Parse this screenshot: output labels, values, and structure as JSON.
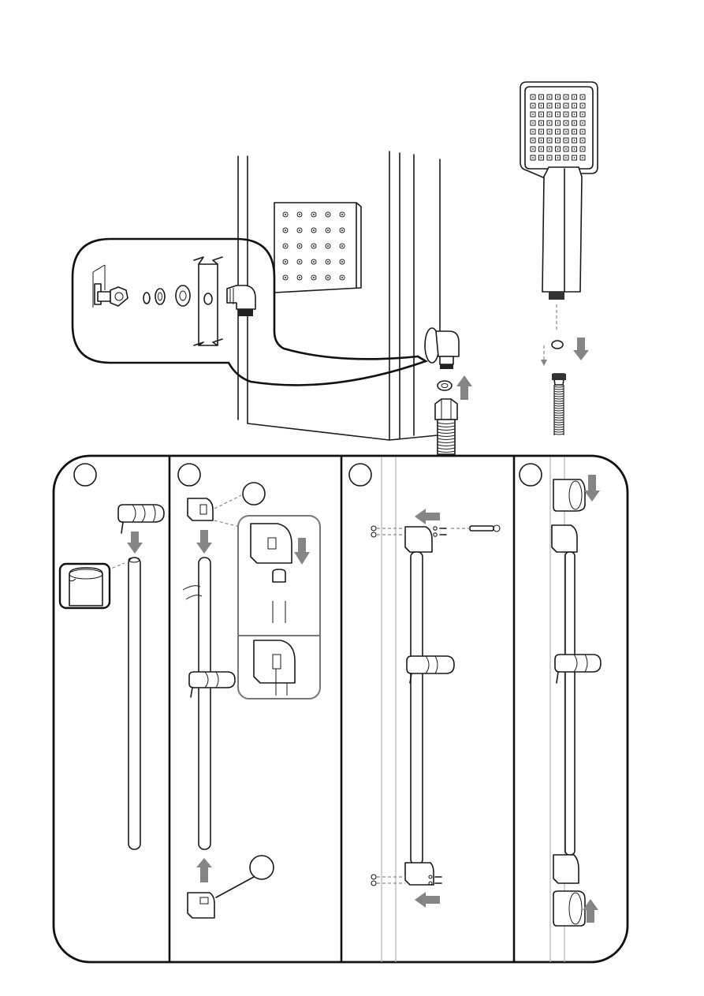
{
  "figure": {
    "panels": [
      {
        "step_marker": "",
        "content": "slide-on-tube"
      },
      {
        "step_marker": "",
        "content": "bracket-fit-with-detail"
      },
      {
        "step_marker": "",
        "content": "wall-fixing"
      },
      {
        "step_marker": "",
        "content": "end-caps"
      }
    ],
    "colors": {
      "line": "#1a1a1a",
      "arrow": "#858585",
      "wall": "#b5b5b5",
      "background": "#ffffff"
    },
    "icons": [
      "hand-shower-icon",
      "overhead-shower-icon",
      "wall-elbow-icon",
      "hose-icon",
      "washer-icon",
      "slider-icon",
      "bracket-icon",
      "screw-icon",
      "wall-plug-icon",
      "arrow-icon"
    ]
  }
}
